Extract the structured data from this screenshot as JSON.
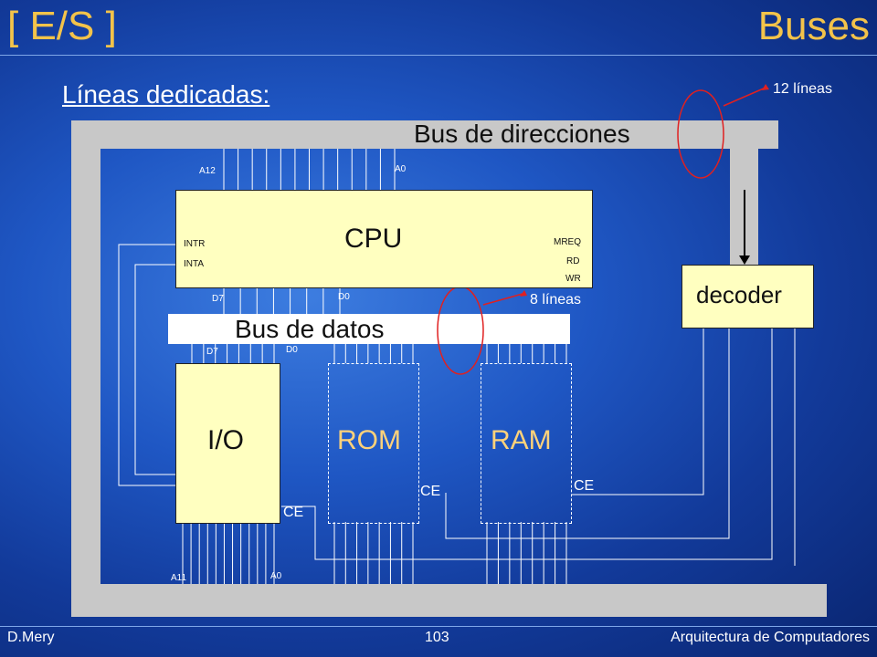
{
  "slide": {
    "section": "[ E/S ]",
    "title": "Buses",
    "subtitle": "Líneas dedicadas:",
    "annot_addr": "12 líneas",
    "annot_data": "8 líneas",
    "addr_bus": "Bus de direcciones",
    "data_bus": "Bus de datos",
    "footer_author": "D.Mery",
    "footer_page": "103",
    "footer_course": "Arquitectura de Computadores"
  },
  "cpu": {
    "label": "CPU",
    "pin_a12": "A12",
    "pin_a0": "A0",
    "pin_intr": "INTR",
    "pin_inta": "INTA",
    "pin_mreq": "MREQ",
    "pin_rd": "RD",
    "pin_wr": "WR",
    "pin_d7": "D7",
    "pin_d0": "D0"
  },
  "io": {
    "label": "I/O",
    "pin_d7": "D7",
    "pin_d0": "D0",
    "pin_a11": "A11",
    "pin_a0": "A0",
    "ce": "CE"
  },
  "rom": {
    "label": "ROM",
    "ce": "CE"
  },
  "ram": {
    "label": "RAM",
    "ce": "CE"
  },
  "decoder": {
    "label": "decoder"
  },
  "colors": {
    "title": "#f3c34a",
    "box": "#ffffc0",
    "bus": "#c8c8c8",
    "memory_text": "#ffd27a",
    "ellipse": "#e02020"
  }
}
